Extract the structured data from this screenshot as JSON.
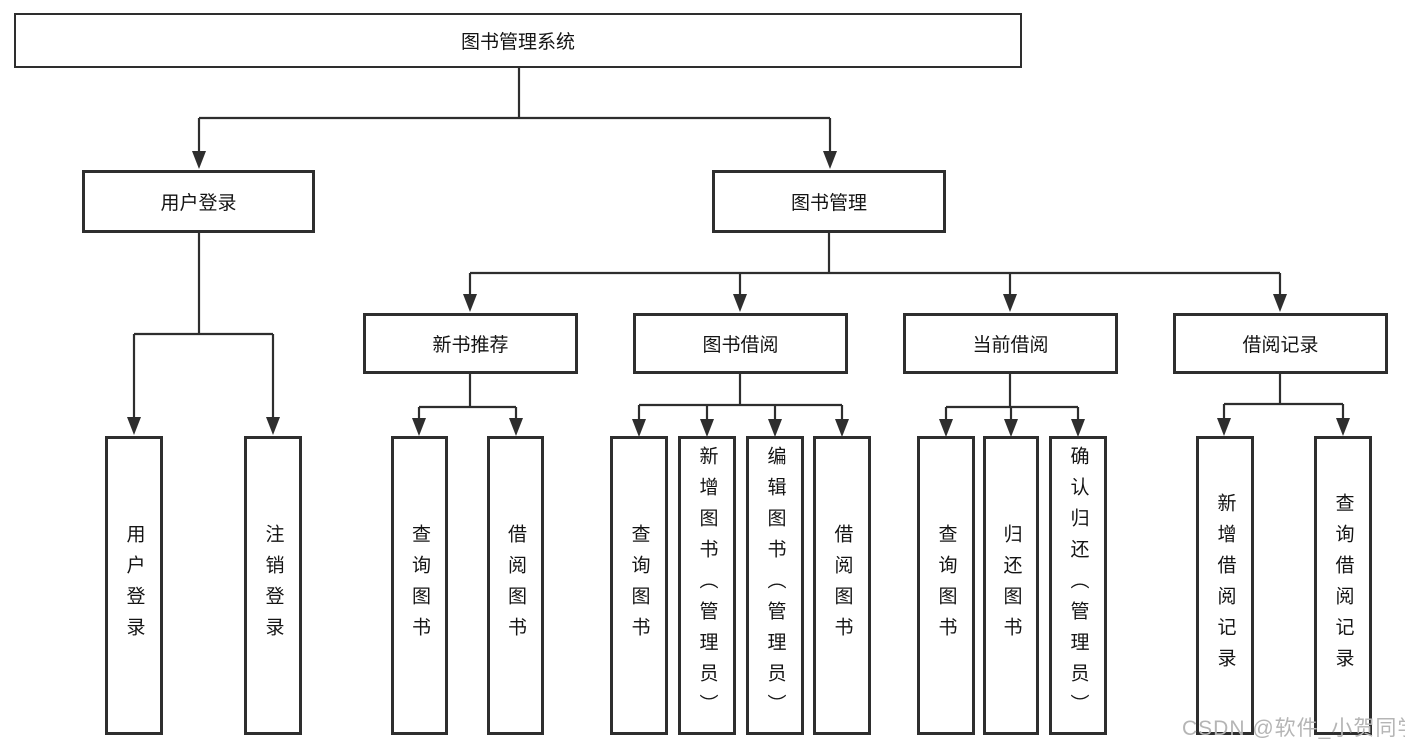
{
  "tree": {
    "root": {
      "label": "图书管理系统"
    },
    "children": [
      {
        "label": "用户登录",
        "children": [
          {
            "label": "用户登录"
          },
          {
            "label": "注销登录"
          }
        ]
      },
      {
        "label": "图书管理",
        "children": [
          {
            "label": "新书推荐",
            "children": [
              {
                "label": "查询图书"
              },
              {
                "label": "借阅图书"
              }
            ]
          },
          {
            "label": "图书借阅",
            "children": [
              {
                "label": "查询图书"
              },
              {
                "label": "新增图书（管理员）"
              },
              {
                "label": "编辑图书（管理员）"
              },
              {
                "label": "借阅图书"
              }
            ]
          },
          {
            "label": "当前借阅",
            "children": [
              {
                "label": "查询图书"
              },
              {
                "label": "归还图书"
              },
              {
                "label": "确认归还（管理员）"
              }
            ]
          },
          {
            "label": "借阅记录",
            "children": [
              {
                "label": "新增借阅记录"
              },
              {
                "label": "查询借阅记录"
              }
            ]
          }
        ]
      }
    ]
  },
  "watermark": "CSDN @软件_小贺同学",
  "colors": {
    "line": "#2e2e2e",
    "text": "#141414",
    "watermark": "#b5b5b5",
    "background": "#ffffff"
  }
}
